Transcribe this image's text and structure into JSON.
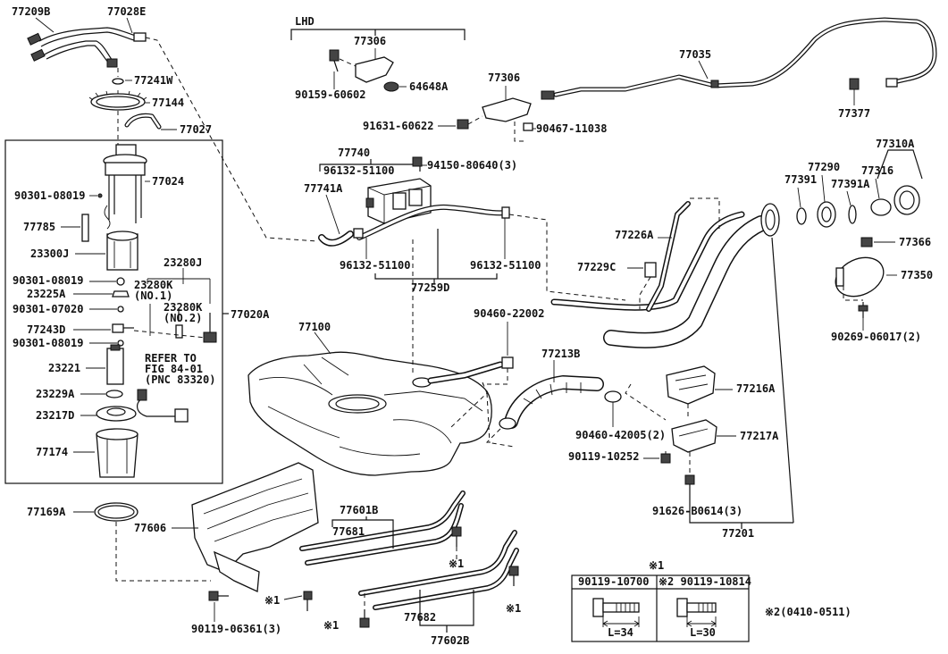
{
  "pump_group": {
    "p77209B": "77209B",
    "p77028E": "77028E",
    "p77241W": "77241W",
    "p77144": "77144",
    "p77027": "77027",
    "p77024": "77024",
    "screw_a": "90301-08019",
    "p77785": "77785",
    "p23300J": "23300J",
    "p23280J": "23280J",
    "screw_b": "90301-08019",
    "p23280K_1": "23280K",
    "no1": "(NO.1)",
    "p23225A": "23225A",
    "screw_c": "90301-07020",
    "p23280K_2": "23280K",
    "no2": "(NO.2)",
    "p77020A": "77020A",
    "p77243D": "77243D",
    "screw_d": "90301-08019",
    "refer_1": "REFER TO",
    "refer_2": "FIG 84-01",
    "refer_3": "(PNC 83320)",
    "p23221": "23221",
    "p23229A": "23229A",
    "p23217D": "23217D",
    "p77174": "77174",
    "p77169A": "77169A"
  },
  "canister_group": {
    "lhd": "LHD",
    "p77306_a": "77306",
    "p64648A": "64648A",
    "b90159": "90159-60602",
    "p77306_b": "77306",
    "b91631": "91631-60622",
    "b90467": "90467-11038",
    "p77740": "77740",
    "hose_a": "96132-51100",
    "b94150": "94150-80640(3)",
    "p77741A": "77741A",
    "hose_b": "96132-51100",
    "hose_c": "96132-51100",
    "p77259D": "77259D"
  },
  "tank_group": {
    "p77100": "77100",
    "c90460a": "90460-22002",
    "p77213B": "77213B",
    "p77606": "77606",
    "mark1_a": "※1",
    "b90119_06361": "90119-06361(3)",
    "p77601B": "77601B",
    "p77681": "77681",
    "mark1_b": "※1",
    "mark1_c": "※1",
    "p77682": "77682",
    "p77602B": "77602B",
    "mark1_d": "※1"
  },
  "filler_group": {
    "p77035": "77035",
    "p77377": "77377",
    "p77310A": "77310A",
    "p77290": "77290",
    "p77316": "77316",
    "p77391": "77391",
    "p77391A": "77391A",
    "p77226A": "77226A",
    "p77366": "77366",
    "p77229C": "77229C",
    "p77350": "77350",
    "b90269": "90269-06017(2)",
    "p77216A": "77216A",
    "c90460b": "90460-42005(2)",
    "p77217A": "77217A",
    "b90119_10252": "90119-10252",
    "b91626": "91626-B0614(3)",
    "p77201": "77201"
  },
  "bolt_table": {
    "mark": "※1",
    "left_part": "90119-10700",
    "right_part": "※2 90119-10814",
    "left_length": "L=34",
    "right_length": "L=30",
    "note": "※2(0410-0511)"
  }
}
